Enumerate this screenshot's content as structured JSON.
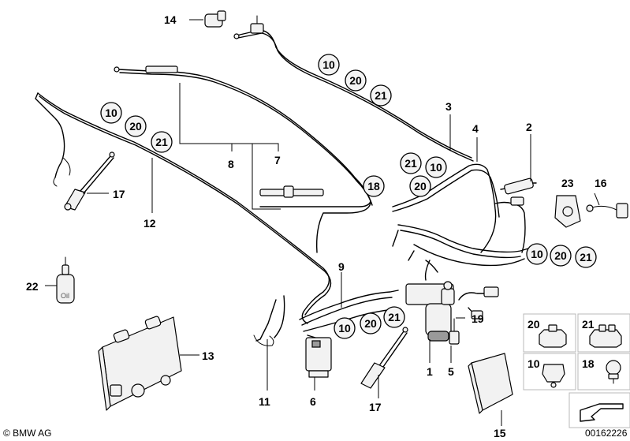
{
  "callouts": {
    "c14": "14",
    "c3": "3",
    "c4": "4",
    "c2": "2",
    "c23": "23",
    "c16": "16",
    "c8": "8",
    "c7": "7",
    "c17a": "17",
    "c12": "12",
    "c22": "22",
    "c9": "9",
    "c19": "19",
    "c13": "13",
    "c11": "11",
    "c6": "6",
    "c17b": "17",
    "c1": "1",
    "c5": "5",
    "c15": "15"
  },
  "circles": {
    "a10": "10",
    "a20": "20",
    "a21": "21",
    "b10": "10",
    "b20": "20",
    "b21": "21",
    "m21": "21",
    "m10": "10",
    "m20": "20",
    "m18": "18",
    "r10": "10",
    "r20": "20",
    "r21": "21",
    "l10": "10",
    "l20": "20",
    "l21": "21"
  },
  "legend": {
    "k20": "20",
    "k21": "21",
    "k10": "10",
    "k18": "18"
  },
  "footer": {
    "brand": "© BMW AG",
    "image_number": "00162226"
  }
}
